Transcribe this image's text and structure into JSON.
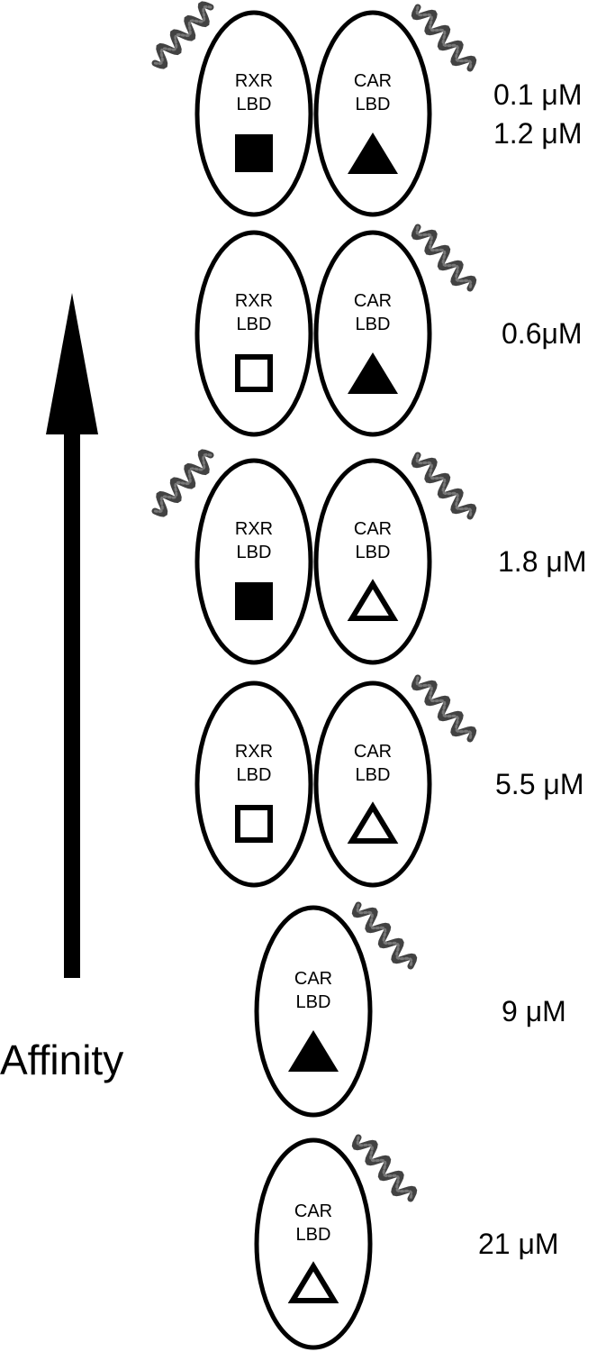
{
  "diagram": {
    "axis_label": "Affinity",
    "complexes": [
      {
        "kd": [
          "0.1 μM",
          "1.2 μM"
        ],
        "subunits": [
          {
            "name": "rxr",
            "line1": "RXR",
            "line2": "LBD",
            "ligand": "filled-square",
            "coactivator": true
          },
          {
            "name": "car",
            "line1": "CAR",
            "line2": "LBD",
            "ligand": "filled-triangle",
            "coactivator": true
          }
        ]
      },
      {
        "kd": [
          "0.6μM"
        ],
        "subunits": [
          {
            "name": "rxr",
            "line1": "RXR",
            "line2": "LBD",
            "ligand": "open-square",
            "coactivator": false
          },
          {
            "name": "car",
            "line1": "CAR",
            "line2": "LBD",
            "ligand": "filled-triangle",
            "coactivator": true
          }
        ]
      },
      {
        "kd": [
          "1.8 μM"
        ],
        "subunits": [
          {
            "name": "rxr",
            "line1": "RXR",
            "line2": "LBD",
            "ligand": "filled-square",
            "coactivator": true
          },
          {
            "name": "car",
            "line1": "CAR",
            "line2": "LBD",
            "ligand": "open-triangle",
            "coactivator": true
          }
        ]
      },
      {
        "kd": [
          "5.5 μM"
        ],
        "subunits": [
          {
            "name": "rxr",
            "line1": "RXR",
            "line2": "LBD",
            "ligand": "open-square",
            "coactivator": false
          },
          {
            "name": "car",
            "line1": "CAR",
            "line2": "LBD",
            "ligand": "open-triangle",
            "coactivator": true
          }
        ]
      },
      {
        "kd": [
          "9 μM"
        ],
        "subunits": [
          {
            "name": "car",
            "line1": "CAR",
            "line2": "LBD",
            "ligand": "filled-triangle",
            "coactivator": true
          }
        ]
      },
      {
        "kd": [
          "21 μM"
        ],
        "subunits": [
          {
            "name": "car",
            "line1": "CAR",
            "line2": "LBD",
            "ligand": "open-triangle",
            "coactivator": true
          }
        ]
      }
    ]
  }
}
